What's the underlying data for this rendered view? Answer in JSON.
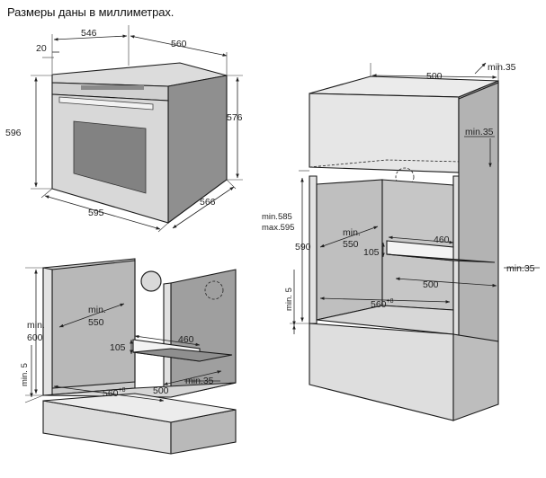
{
  "caption": "Размеры даны в миллиметрах.",
  "oven": {
    "width_top": "546",
    "panel_offset": "20",
    "depth_top": "560",
    "height_front": "596",
    "height_side": "576",
    "width_bottom": "595",
    "depth_bottom": "566"
  },
  "under_counter": {
    "min_label": "min.",
    "depth_min": "550",
    "height_min": "600",
    "plinth_min": "min. 5",
    "vent_height": "105",
    "vent_width": "460",
    "width_base": "560",
    "width_tol": "+8",
    "opening_depth": "500",
    "gap_min": "min.35"
  },
  "column": {
    "top_depth": "500",
    "top_min": "min.35",
    "side_min": "min.35",
    "height_range_min": "min.585",
    "height_range_max": "max.595",
    "height": "590",
    "depth_min": "550",
    "vent_width": "460",
    "vent_height": "105",
    "right_min": "min.35",
    "opening_depth": "500",
    "plinth_min": "min. 5",
    "width_base": "560",
    "width_tol": "+8"
  },
  "colors": {
    "panel_front": "#e6e6e6",
    "panel_side": "#cfcfcf",
    "panel_inner": "#bdbdbd",
    "panel_dark": "#a9a9a9",
    "outline": "#1a1a1a"
  }
}
